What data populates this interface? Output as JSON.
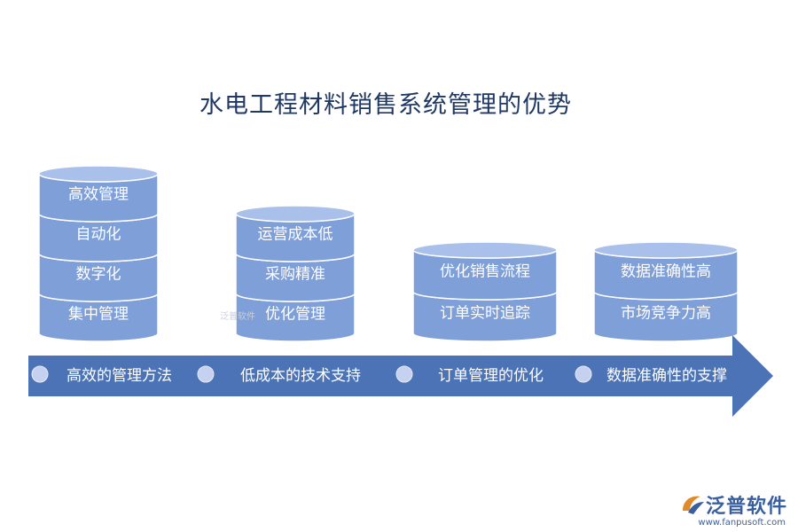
{
  "title": "水电工程材料销售系统管理的优势",
  "colors": {
    "cylinder_body": "#7f9fd9",
    "cylinder_top": "#a9c0ea",
    "cylinder_edge": "#5b7cc4",
    "arrow": "#4b73b5",
    "dot": "#c6d0ef"
  },
  "stacks": [
    {
      "items": [
        "高效管理",
        "自动化",
        "数字化",
        "集中管理"
      ]
    },
    {
      "items": [
        "运营成本低",
        "采购精准",
        "优化管理"
      ]
    },
    {
      "items": [
        "优化销售流程",
        "订单实时追踪"
      ]
    },
    {
      "items": [
        "数据准确性高",
        "市场竞争力高"
      ]
    }
  ],
  "arrow_items": [
    "高效的管理方法",
    "低成本的技术支持",
    "订单管理的优化",
    "数据准确性的支撑"
  ],
  "logo": {
    "name": "泛普软件",
    "url": "www.fanpusoft.com",
    "watermark": "泛普软件"
  }
}
